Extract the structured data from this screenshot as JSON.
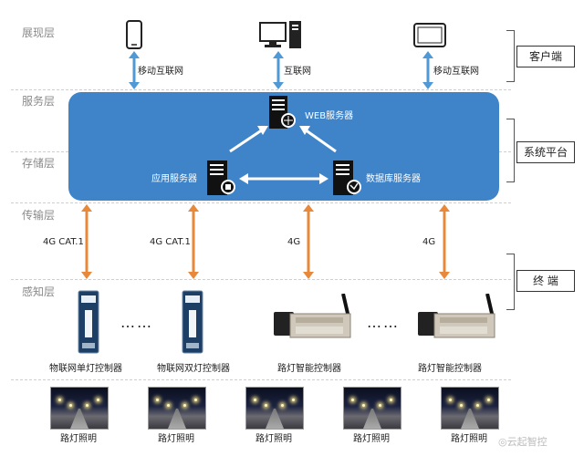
{
  "layers": {
    "presentation": "展现层",
    "service": "服务层",
    "storage": "存储层",
    "transport": "传输层",
    "perception": "感知层"
  },
  "right_labels": {
    "client": "客户端",
    "platform": "系统平台",
    "terminal": "终 端"
  },
  "client_links": {
    "phone": "移动互联网",
    "pc": "互联网",
    "tablet": "移动互联网"
  },
  "servers": {
    "web": "WEB服务器",
    "app": "应用服务器",
    "db": "数据库服务器"
  },
  "transport_links": [
    "4G CAT.1",
    "4G CAT.1",
    "4G",
    "4G"
  ],
  "devices": [
    "物联网单灯控制器",
    "物联网双灯控制器",
    "路灯智能控制器",
    "路灯智能控制器"
  ],
  "ellipsis": "……",
  "lighting": [
    "路灯照明",
    "路灯照明",
    "路灯照明",
    "路灯照明",
    "路灯照明"
  ],
  "watermark": "云起智控",
  "colors": {
    "platform": "#3f84c8",
    "client_arrow": "#4f9ad6",
    "transport_arrow": "#e8883a"
  }
}
